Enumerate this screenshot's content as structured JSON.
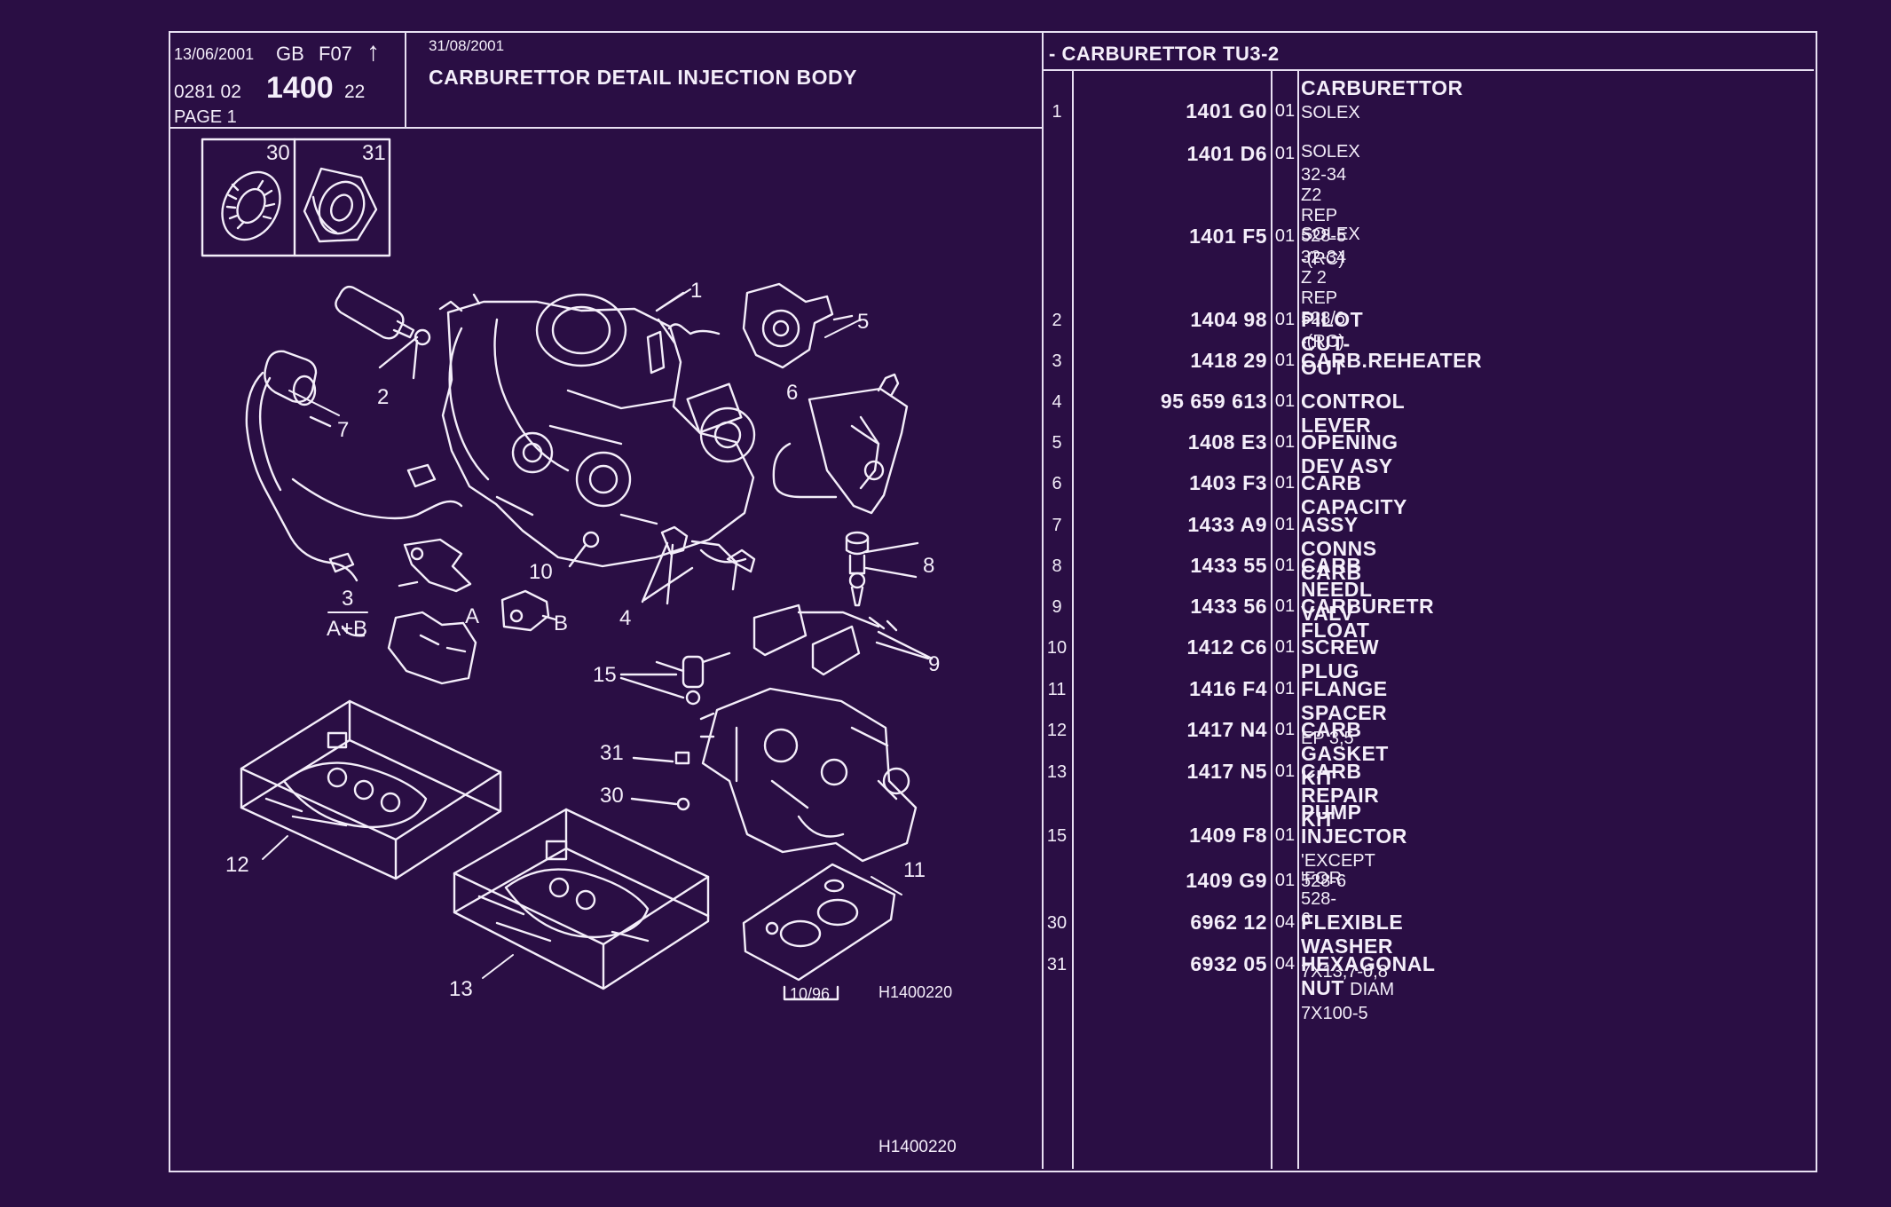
{
  "header": {
    "date1": "13/06/2001",
    "lang": "GB",
    "code": "F07",
    "arrow": "↑",
    "ref_prefix": "0281 02",
    "ref_main": "1400",
    "ref_suffix": "22",
    "page": "PAGE 1",
    "date2": "31/08/2001",
    "title": "CARBURETTOR DETAIL INJECTION BODY"
  },
  "section_title": "- CARBURETTOR TU3-2",
  "diagram": {
    "inset_labels": [
      "30",
      "31"
    ],
    "callouts": [
      "1",
      "2",
      "3",
      "A+B",
      "4",
      "5",
      "6",
      "7",
      "8",
      "9",
      "10",
      "11",
      "12",
      "13",
      "15",
      "30",
      "31",
      "A",
      "B"
    ],
    "stamp": "10/96",
    "code_small": "H1400220",
    "code_bottom": "H1400220"
  },
  "parts": [
    {
      "num": "1",
      "ref": "1401 G0",
      "qty": "01",
      "desc": "CARBURETTOR",
      "sub": "",
      "lines": [
        "SOLEX"
      ]
    },
    {
      "num": "",
      "ref": "1401 D6",
      "qty": "01",
      "desc": "",
      "sub": "",
      "lines": [
        "SOLEX",
        "32-34  Z2  REP  528-5",
        "-(RC)"
      ]
    },
    {
      "num": "",
      "ref": "1401 F5",
      "qty": "01",
      "desc": "",
      "sub": "",
      "lines": [
        "SOLEX",
        "32-34  Z  2  REP  528/6",
        "-(RC)"
      ]
    },
    {
      "num": "2",
      "ref": "1404 98",
      "qty": "01",
      "desc": "PILOT CUT-OUT",
      "sub": "",
      "lines": []
    },
    {
      "num": "3",
      "ref": "1418 29",
      "qty": "01",
      "desc": "CARB.REHEATER",
      "sub": "",
      "lines": []
    },
    {
      "num": "4",
      "ref": "95 659 613",
      "qty": "01",
      "desc": "CONTROL LEVER",
      "sub": "",
      "lines": []
    },
    {
      "num": "5",
      "ref": "1408 E3",
      "qty": "01",
      "desc": "OPENING DEV ASY",
      "sub": "",
      "lines": []
    },
    {
      "num": "6",
      "ref": "1403 F3",
      "qty": "01",
      "desc": "CARB CAPACITY",
      "sub": "",
      "lines": []
    },
    {
      "num": "7",
      "ref": "1433 A9",
      "qty": "01",
      "desc": "ASSY CONNS CARB",
      "sub": "",
      "lines": []
    },
    {
      "num": "8",
      "ref": "1433 55",
      "qty": "01",
      "desc": "CARB NEEDL VALV",
      "sub": "",
      "lines": []
    },
    {
      "num": "9",
      "ref": "1433 56",
      "qty": "01",
      "desc": "CARBURETR FLOAT",
      "sub": "",
      "lines": []
    },
    {
      "num": "10",
      "ref": "1412 C6",
      "qty": "01",
      "desc": "SCREW PLUG",
      "sub": "",
      "lines": []
    },
    {
      "num": "11",
      "ref": "1416 F4",
      "qty": "01",
      "desc": "FLANGE SPACER",
      "sub": "EP 3,5",
      "lines": []
    },
    {
      "num": "12",
      "ref": "1417 N4",
      "qty": "01",
      "desc": "CARB GASKET KIT",
      "sub": "",
      "lines": []
    },
    {
      "num": "13",
      "ref": "1417 N5",
      "qty": "01",
      "desc": "CARB REPAIR KIT",
      "sub": "",
      "lines": []
    },
    {
      "num": "15",
      "ref": "1409 F8",
      "qty": "01",
      "desc": "PUMP INJECTOR",
      "sub": "",
      "lines": [
        "'EXCEPT 528-6"
      ]
    },
    {
      "num": "",
      "ref": "1409 G9",
      "qty": "01",
      "desc": "",
      "sub": "",
      "lines": [
        "'FOR 528-6"
      ]
    },
    {
      "num": "30",
      "ref": "6962 12",
      "qty": "04",
      "desc": "FLEXIBLE WASHER",
      "sub": "7X13,7-0,8",
      "lines": []
    },
    {
      "num": "31",
      "ref": "6932 05",
      "qty": "04",
      "desc": "HEXAGONAL NUT",
      "sub": "DIAM 7X100-5",
      "lines": []
    }
  ]
}
